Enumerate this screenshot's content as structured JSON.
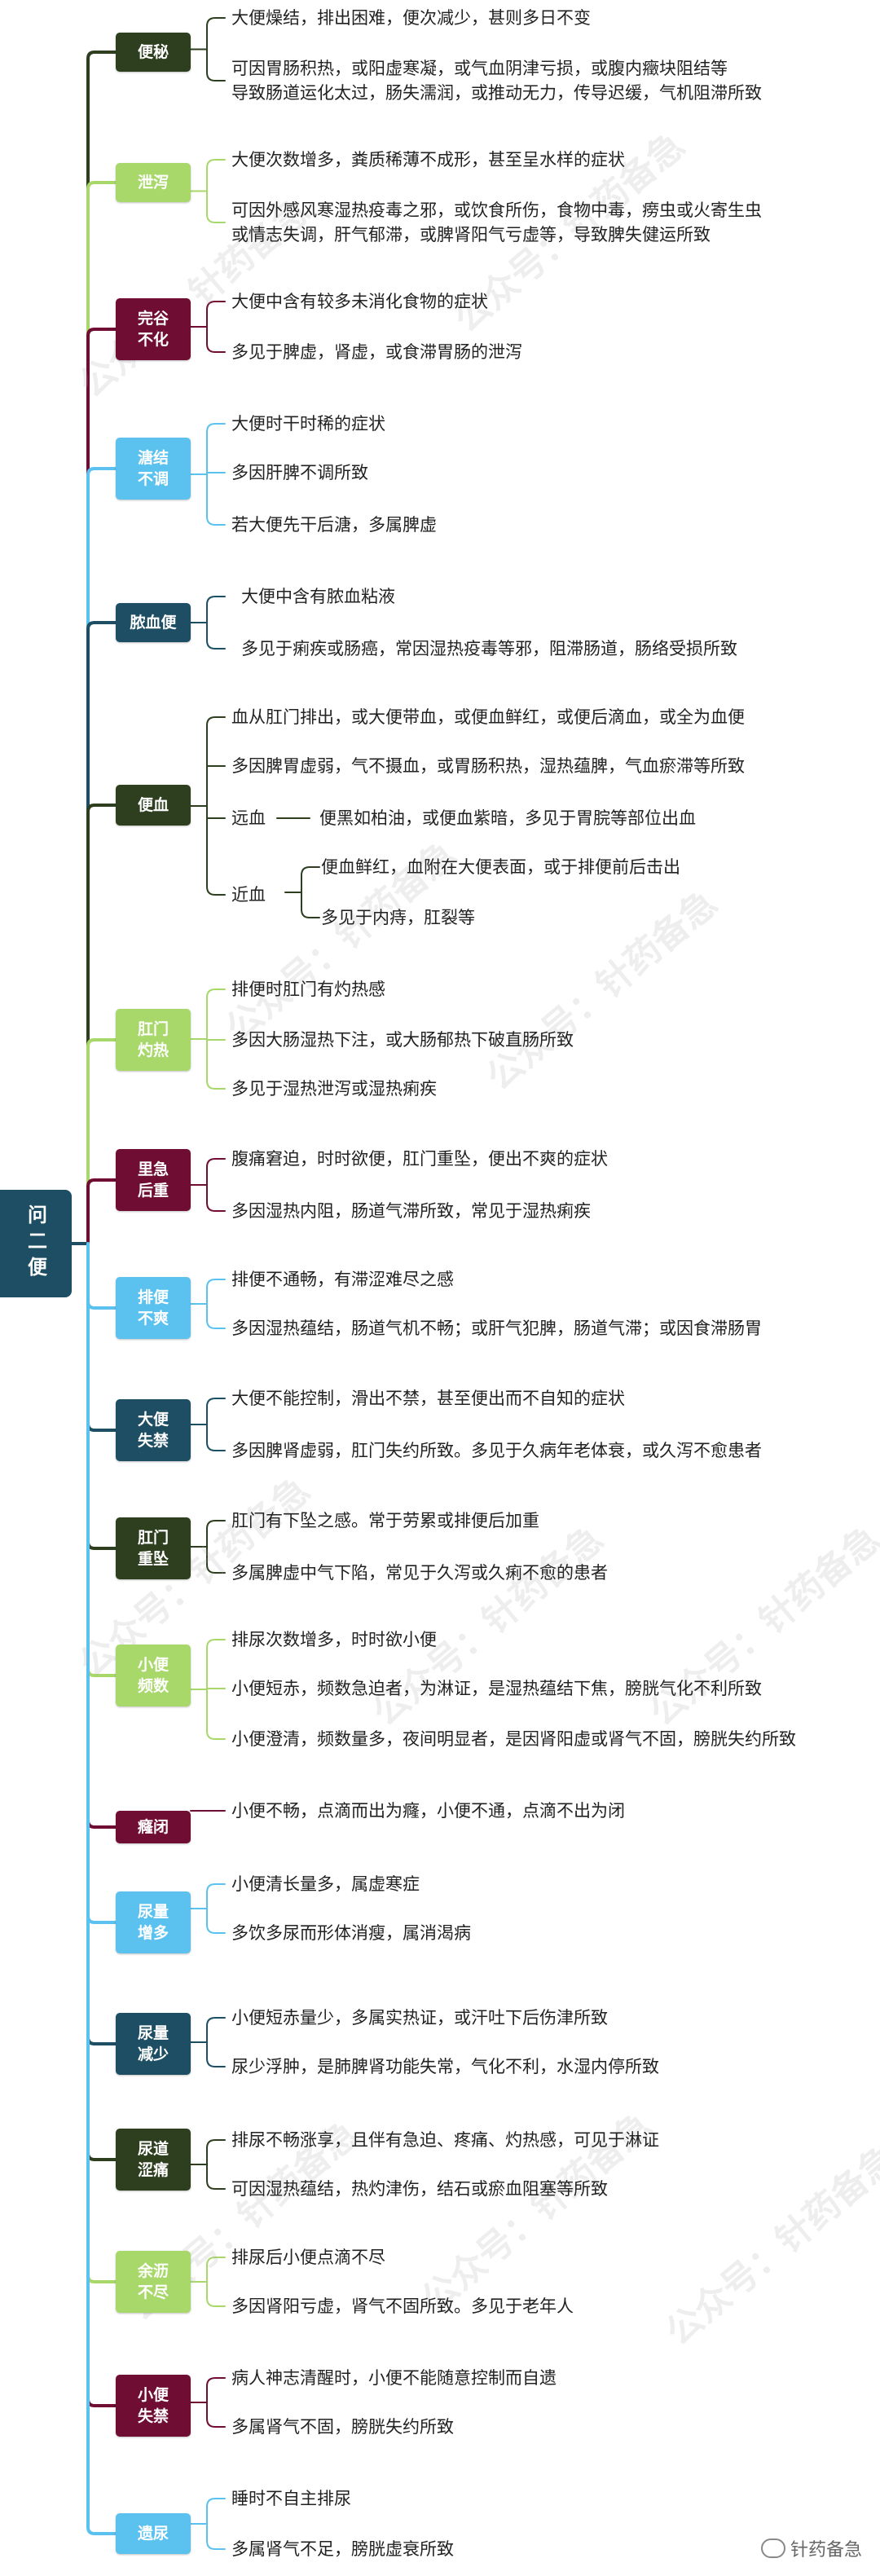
{
  "root": {
    "label": "问二便"
  },
  "colors": {
    "dark_green": "#2e3f1f",
    "light_green": "#a8d86a",
    "maroon": "#6f0d32",
    "navy": "#1d4e63",
    "sky": "#5bc2ef"
  },
  "categories": [
    {
      "label": "便秘",
      "items": [
        "大便燥结，排出困难，便次减少，甚则多日不变",
        "可因胃肠积热，或阳虚寒凝，或气血阴津亏损，或腹内癥块阻结等\n导致肠道运化太过，肠失濡润，或推动无力，传导迟缓，气机阻滞所致"
      ]
    },
    {
      "label": "泄泻",
      "items": [
        "大便次数增多，粪质稀薄不成形，甚至呈水样的症状",
        "可因外感风寒湿热疫毒之邪，或饮食所伤，食物中毒，痨虫或火寄生虫\n或情志失调，肝气郁滞，或脾肾阳气亏虚等，导致脾失健运所致"
      ]
    },
    {
      "label": "完谷\n不化",
      "items": [
        "大便中含有较多未消化食物的症状",
        "多见于脾虚，肾虚，或食滞胃肠的泄泻"
      ]
    },
    {
      "label": "溏结\n不调",
      "items": [
        "大便时干时稀的症状",
        "多因肝脾不调所致",
        "若大便先干后溏，多属脾虚"
      ]
    },
    {
      "label": "脓血便",
      "items": [
        "大便中含有脓血粘液",
        "多见于痢疾或肠癌，常因湿热疫毒等邪，阻滞肠道，肠络受损所致"
      ]
    },
    {
      "label": "便血",
      "items": [
        "血从肛门排出，或大便带血，或便血鲜红，或便后滴血，或全为血便",
        "多因脾胃虚弱，气不摄血，或胃肠积热，湿热蕴脾，气血瘀滞等所致"
      ],
      "distant": {
        "label": "远血",
        "text": "便黑如柏油，或便血紫暗，多见于胃脘等部位出血"
      },
      "near": {
        "label": "近血",
        "items": [
          "便血鲜红，血附在大便表面，或于排便前后击出",
          "多见于内痔，肛裂等"
        ]
      }
    },
    {
      "label": "肛门\n灼热",
      "items": [
        "排便时肛门有灼热感",
        "多因大肠湿热下注，或大肠郁热下破直肠所致",
        "多见于湿热泄泻或湿热痢疾"
      ]
    },
    {
      "label": "里急\n后重",
      "items": [
        "腹痛窘迫，时时欲便，肛门重坠，便出不爽的症状",
        "多因湿热内阻，肠道气滞所致，常见于湿热痢疾"
      ]
    },
    {
      "label": "排便\n不爽",
      "items": [
        "排便不通畅，有滞涩难尽之感",
        "多因湿热蕴结，肠道气机不畅；或肝气犯脾，肠道气滞；或因食滞肠胃"
      ]
    },
    {
      "label": "大便\n失禁",
      "items": [
        "大便不能控制，滑出不禁，甚至便出而不自知的症状",
        "多因脾肾虚弱，肛门失约所致。多见于久病年老体衰，或久泻不愈患者"
      ]
    },
    {
      "label": "肛门\n重坠",
      "items": [
        "肛门有下坠之感。常于劳累或排便后加重",
        "多属脾虚中气下陷，常见于久泻或久痢不愈的患者"
      ]
    },
    {
      "label": "小便\n频数",
      "items": [
        "排尿次数增多，时时欲小便",
        "小便短赤，频数急迫者，为淋证，是湿热蕴结下焦，膀胱气化不利所致",
        "小便澄清，频数量多，夜间明显者，是因肾阳虚或肾气不固，膀胱失约所致"
      ]
    },
    {
      "label": "癃闭",
      "items": [
        "小便不畅，点滴而出为癃，小便不通，点滴不出为闭"
      ]
    },
    {
      "label": "尿量\n增多",
      "items": [
        "小便清长量多，属虚寒症",
        "多饮多尿而形体消瘦，属消渴病"
      ]
    },
    {
      "label": "尿量\n减少",
      "items": [
        "小便短赤量少，多属实热证，或汗吐下后伤津所致",
        "尿少浮肿，是肺脾肾功能失常，气化不利，水湿内停所致"
      ]
    },
    {
      "label": "尿道\n涩痛",
      "items": [
        "排尿不畅涨享，且伴有急迫、疼痛、灼热感，可见于淋证",
        "可因湿热蕴结，热灼津伤，结石或瘀血阻塞等所致"
      ]
    },
    {
      "label": "余沥\n不尽",
      "items": [
        "排尿后小便点滴不尽",
        "多因肾阳亏虚，肾气不固所致。多见于老年人"
      ]
    },
    {
      "label": "小便\n失禁",
      "items": [
        "病人神志清醒时，小便不能随意控制而自遗",
        "多属肾气不固，膀胱失约所致"
      ]
    },
    {
      "label": "遗尿",
      "items": [
        "睡时不自主排尿",
        "多属肾气不足，膀胱虚衰所致"
      ]
    }
  ],
  "watermarks": [
    "公众号：针药备急",
    "公众号：针药备急",
    "公众号：针药备急",
    "公众号：针药备急",
    "公众号：针药备急",
    "公众号：针药备急",
    "公众号：针药备急",
    "公众号：针药备急",
    "公众号：针药备急",
    "公众号：针药备急"
  ],
  "signature": "针药备急"
}
